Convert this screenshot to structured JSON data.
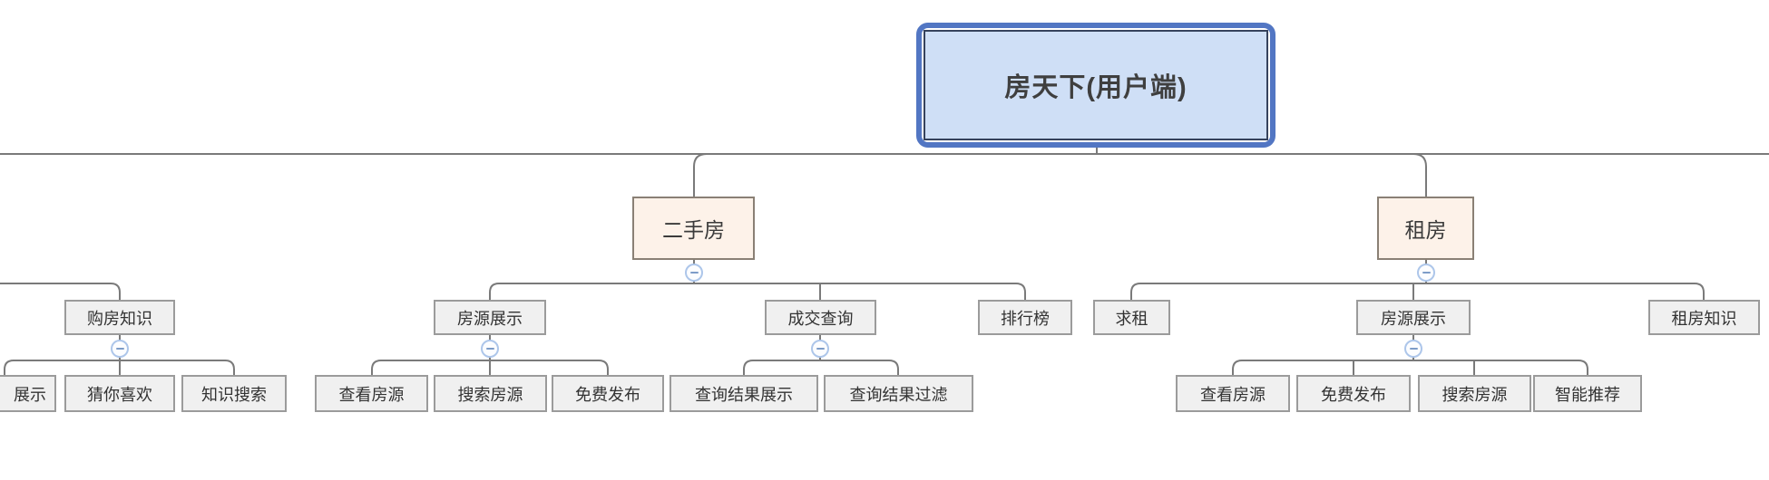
{
  "diagram": {
    "root": {
      "label": "房天下(用户端)"
    },
    "branches": {
      "left_clipped": {
        "node": {
          "label": "购房知识"
        },
        "children": [
          {
            "label": "展示",
            "clipped_at_left_edge": true
          },
          {
            "label": "猜你喜欢"
          },
          {
            "label": "知识搜索"
          }
        ]
      },
      "ershoufang": {
        "node": {
          "label": "二手房"
        },
        "children": [
          {
            "label": "房源展示",
            "children": [
              {
                "label": "查看房源"
              },
              {
                "label": "搜索房源"
              },
              {
                "label": "免费发布"
              }
            ]
          },
          {
            "label": "成交查询",
            "children": [
              {
                "label": "查询结果展示"
              },
              {
                "label": "查询结果过滤"
              }
            ]
          },
          {
            "label": "排行榜",
            "children": []
          }
        ]
      },
      "zufang": {
        "node": {
          "label": "租房"
        },
        "children": [
          {
            "label": "求租",
            "children": []
          },
          {
            "label": "房源展示",
            "children": [
              {
                "label": "查看房源"
              },
              {
                "label": "免费发布"
              },
              {
                "label": "搜索房源"
              },
              {
                "label": "智能推荐"
              }
            ]
          },
          {
            "label": "租房知识",
            "children": []
          }
        ]
      }
    },
    "icons": {
      "collapse": "minus-circle"
    },
    "colors": {
      "root_fill": "#cfdff6",
      "root_outer_border": "#5276c3",
      "root_inner_border": "#36425c",
      "branch_fill": "#fdf2e9",
      "branch_border": "#8a8075",
      "node_fill": "#f0f0f0",
      "node_border": "#9b9b9b",
      "connector": "#7a7a7a",
      "collapse_ring": "#adc6ea",
      "collapse_glyph": "#7d9cc8",
      "text": "#3b3b3b",
      "background": "#ffffff"
    }
  }
}
